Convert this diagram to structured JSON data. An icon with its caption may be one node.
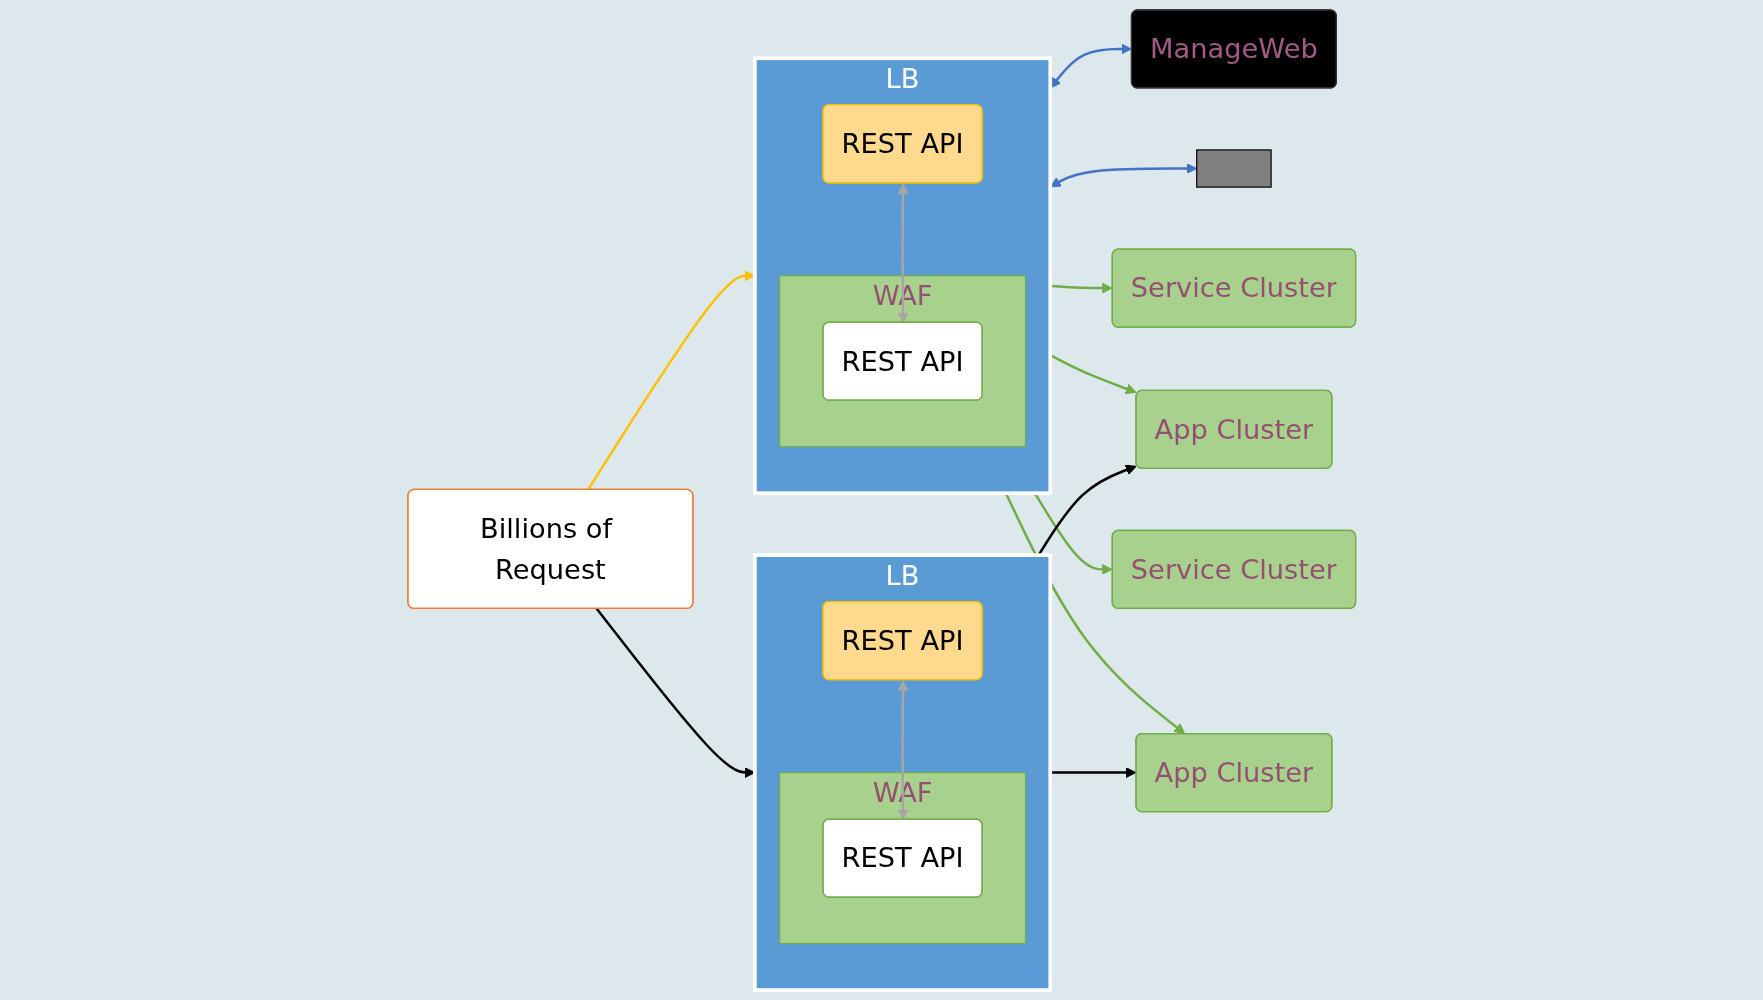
{
  "diagram": {
    "nodes": [
      {
        "text": [
          "ManageWeb"
        ]
      },
      {
        "text": [],
        "shape": "box"
      },
      {
        "text": [
          "Billions of Request"
        ]
      },
      {
        "text": [
          "LB"
        ]
      },
      {
        "text": [
          "REST API"
        ],
        "in": 3
      },
      {
        "text": [
          "WAF"
        ],
        "in": 3
      },
      {
        "text": [
          "REST API"
        ],
        "in": 5
      },
      {
        "text": [
          "LB"
        ]
      },
      {
        "text": [
          "REST API"
        ],
        "in": 7
      },
      {
        "text": [
          "WAF"
        ],
        "in": 7
      },
      {
        "text": [
          "REST API"
        ],
        "in": 9
      },
      {
        "text": [
          "Service Cluster"
        ]
      },
      {
        "text": [
          "App Cluster"
        ]
      },
      {
        "text": [
          "Service Cluster"
        ]
      },
      {
        "text": [
          "App Cluster"
        ]
      }
    ],
    "edges": [
      {
        "from": 3,
        "to": 0,
        "arrow": "both",
        "color": "#4472c4"
      },
      {
        "from": 3,
        "to": 1,
        "arrow": "both",
        "color": "#4472c4"
      },
      {
        "from": 2,
        "to": 3,
        "arrow": "to",
        "color": "#ffc000"
      },
      {
        "from": 2,
        "to": 7,
        "arrow": "to",
        "color": "#000000"
      },
      {
        "from": 4,
        "to": 6,
        "arrow": "both",
        "color": "#a6a6a6"
      },
      {
        "from": 8,
        "to": 10,
        "arrow": "both",
        "color": "#a6a6a6"
      },
      {
        "from": 3,
        "to": 11,
        "arrow": "to",
        "color": "#70ad47"
      },
      {
        "from": 3,
        "to": 12,
        "arrow": "to",
        "color": "#70ad47"
      },
      {
        "from": 3,
        "to": 13,
        "arrow": "to",
        "color": "#70ad47"
      },
      {
        "from": 3,
        "to": 14,
        "arrow": "to",
        "color": "#70ad47"
      },
      {
        "from": 7,
        "to": 12,
        "arrow": "to",
        "color": "#000000"
      },
      {
        "from": 7,
        "to": 14,
        "arrow": "to",
        "color": "#000000"
      }
    ]
  }
}
